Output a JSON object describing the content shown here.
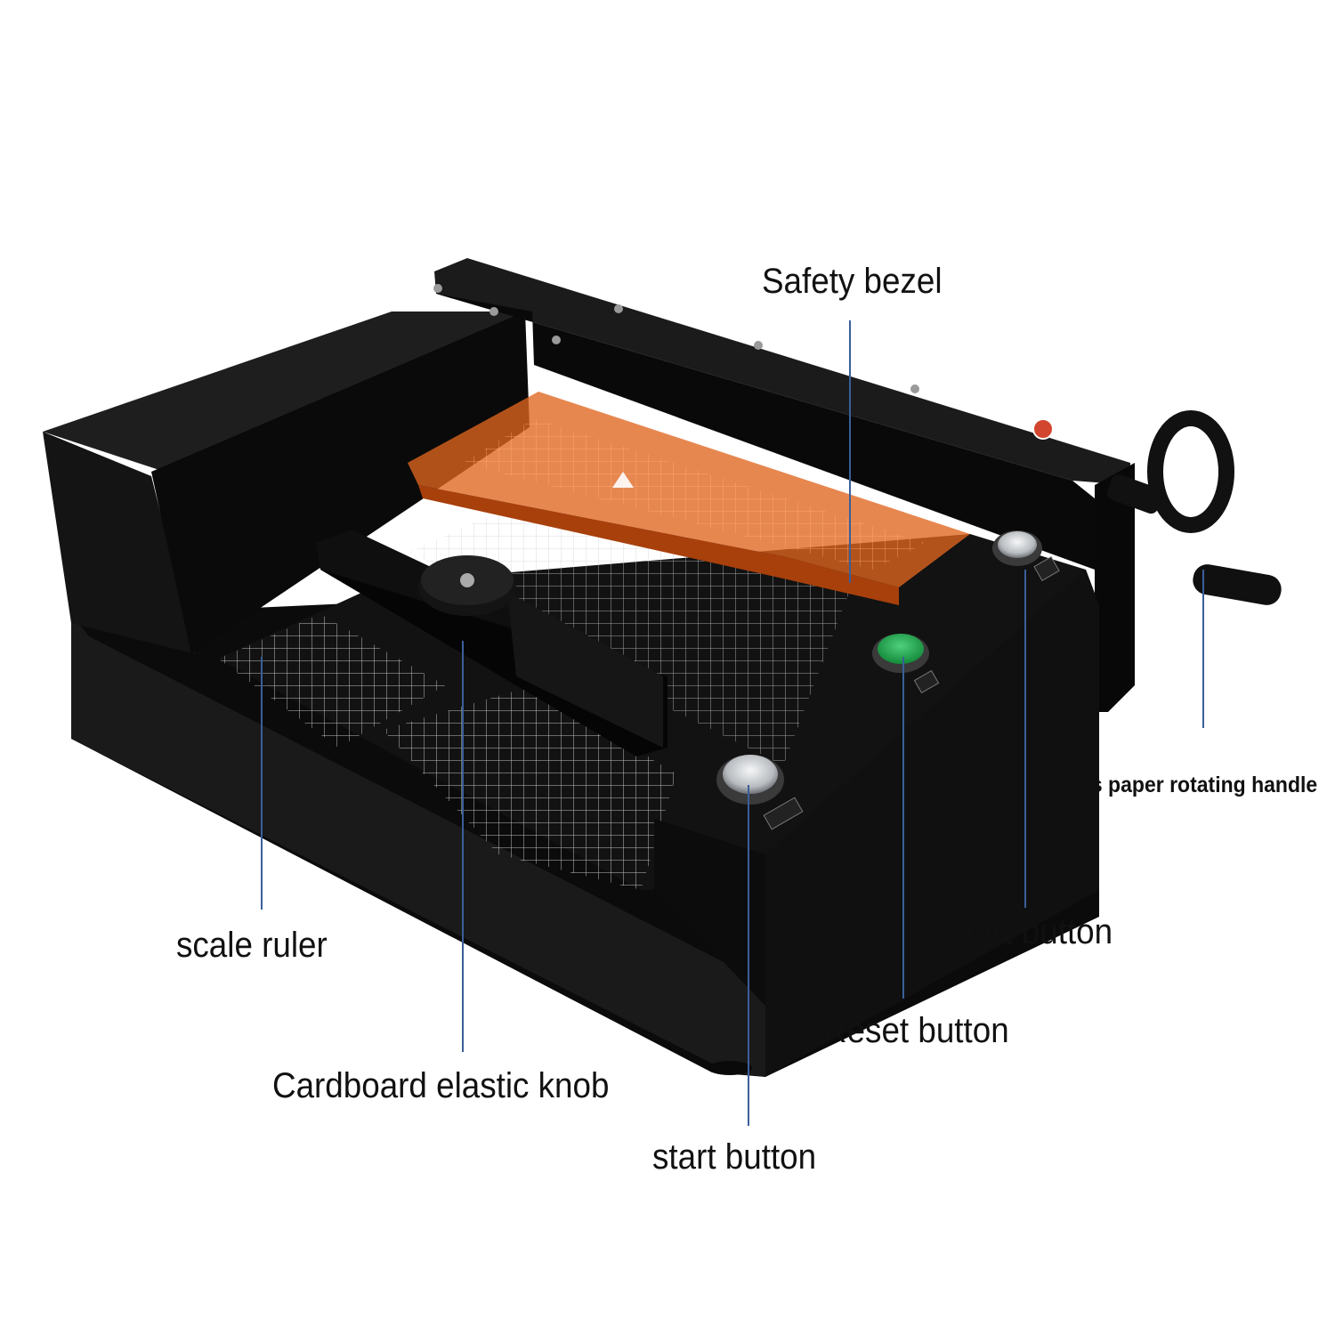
{
  "labels": {
    "safety_bezel": "Safety bezel",
    "press_paper_handle": "Press paper rotating handle",
    "start_button_right": "start button",
    "scale_ruler": "scale ruler",
    "reset_button": "Reset button",
    "cardboard_knob": "Cardboard elastic knob",
    "start_button_bottom": "start button"
  },
  "colors": {
    "leader_line": "#3a5f9a",
    "machine_body": "#0c0c0c",
    "bezel": "#e0651f",
    "reset_button": "#22a050",
    "start_button": "#c8ccd0"
  }
}
